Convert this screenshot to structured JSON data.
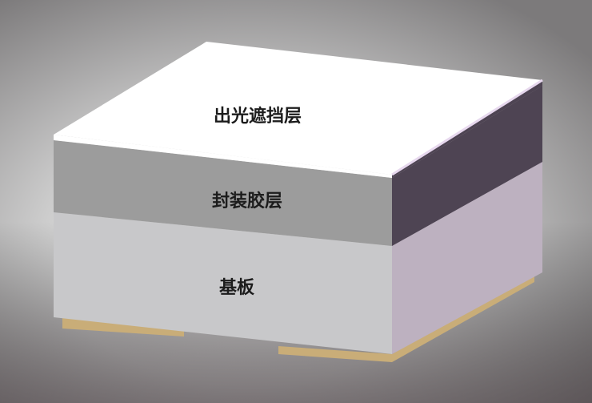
{
  "layers": {
    "top_label": "出光遮挡层",
    "middle_label": "封装胶层",
    "bottom_label": "基板"
  },
  "colors": {
    "top_face": "#ffffff",
    "top_layer_front": "#ffffff",
    "top_layer_side": "#4e4453",
    "middle_layer_front": "#9c9c9c",
    "substrate_front": "#c8c8ca",
    "substrate_side": "#bdb1c0",
    "pads": "#c9ad78"
  }
}
